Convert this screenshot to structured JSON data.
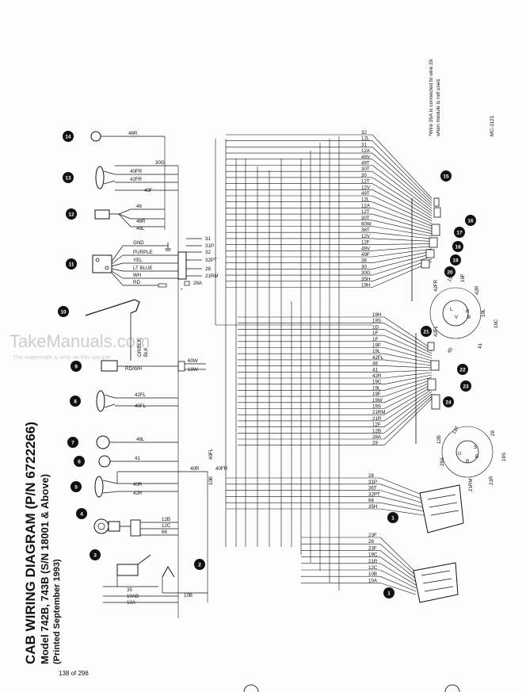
{
  "title": {
    "line1": "CAB WIRING DIAGRAM (P/N 6722266)",
    "line2": "Model 742B, 743B (S/N 18001 & Above)",
    "line3": "(Printed September 1993)"
  },
  "note": {
    "line1": "*Wire 26A is connected to wire 26",
    "line2": "when module is not used."
  },
  "figure_id": "MC-1121",
  "page_number": "138 of 296",
  "watermark": {
    "main": "TakeManuals.com",
    "sub": "The watermark is only on this sample"
  },
  "component_callouts": [
    "14",
    "13",
    "12",
    "11",
    "10",
    "9",
    "8",
    "7",
    "6",
    "5",
    "4",
    "3",
    "2",
    "15",
    "16",
    "17",
    "18",
    "19",
    "20",
    "21",
    "22",
    "23",
    "24",
    "1",
    "1"
  ],
  "left_labels": {
    "c14": [
      "46R"
    ],
    "c13": [
      "30G",
      "40FR",
      "42FR",
      "49F"
    ],
    "c12": [
      "46",
      "46R",
      "46L"
    ],
    "c11": [
      "GND",
      "PURPLE",
      "YEL",
      "LT BLUE",
      "WH",
      "RD"
    ],
    "c11_wires": [
      "31",
      "31P",
      "32",
      "32PT",
      "28",
      "21RM",
      "26A"
    ],
    "c9": [
      "RD/WH",
      "60W",
      "19W",
      "GR/BLK",
      "BLK"
    ],
    "c8": [
      "42FL",
      "40FL"
    ],
    "c7": [
      "46L"
    ],
    "c6": [
      "41"
    ],
    "c5": [
      "40R",
      "42R",
      "40R",
      "40FR",
      "10B",
      "40FL"
    ],
    "c4": [
      "12B",
      "12C",
      "66"
    ],
    "c3": [
      "35",
      "10AB",
      "10A",
      "10B"
    ]
  },
  "upper_bus": [
    "32",
    "12L",
    "31",
    "12A",
    "49V",
    "49T",
    "30T",
    "30",
    "12T",
    "12V",
    "49T",
    "12L",
    "12A",
    "12T",
    "30T",
    "60W",
    "36T",
    "12V",
    "12F",
    "49V",
    "49F",
    "36",
    "30",
    "30G",
    "35H",
    "19H"
  ],
  "mid_bus": [
    "19H",
    "19S",
    "1D",
    "1F",
    "1F",
    "19F",
    "19L",
    "42FL",
    "46",
    "41",
    "42R",
    "19C",
    "19L",
    "19F",
    "19W",
    "19S",
    "21RM",
    "21R",
    "12F",
    "12B",
    "26A",
    "28"
  ],
  "lower_bus_1": [
    "28",
    "31P",
    "36T",
    "32PT",
    "66",
    "35H"
  ],
  "lower_bus_2": [
    "23F",
    "26",
    "23F",
    "19C",
    "21R",
    "12C",
    "10B",
    "10A"
  ],
  "switch_top": [
    "19W",
    "19F",
    "42R",
    "42FR",
    "19L",
    "R",
    "B",
    "42FL",
    "41",
    "19C",
    "45",
    "L",
    "V"
  ],
  "switch_bottom": [
    "12B",
    "12F",
    "28A",
    "U",
    "S",
    "B",
    "R",
    "28",
    "19S",
    "21RM",
    "21R"
  ],
  "gnd_marker": "*"
}
